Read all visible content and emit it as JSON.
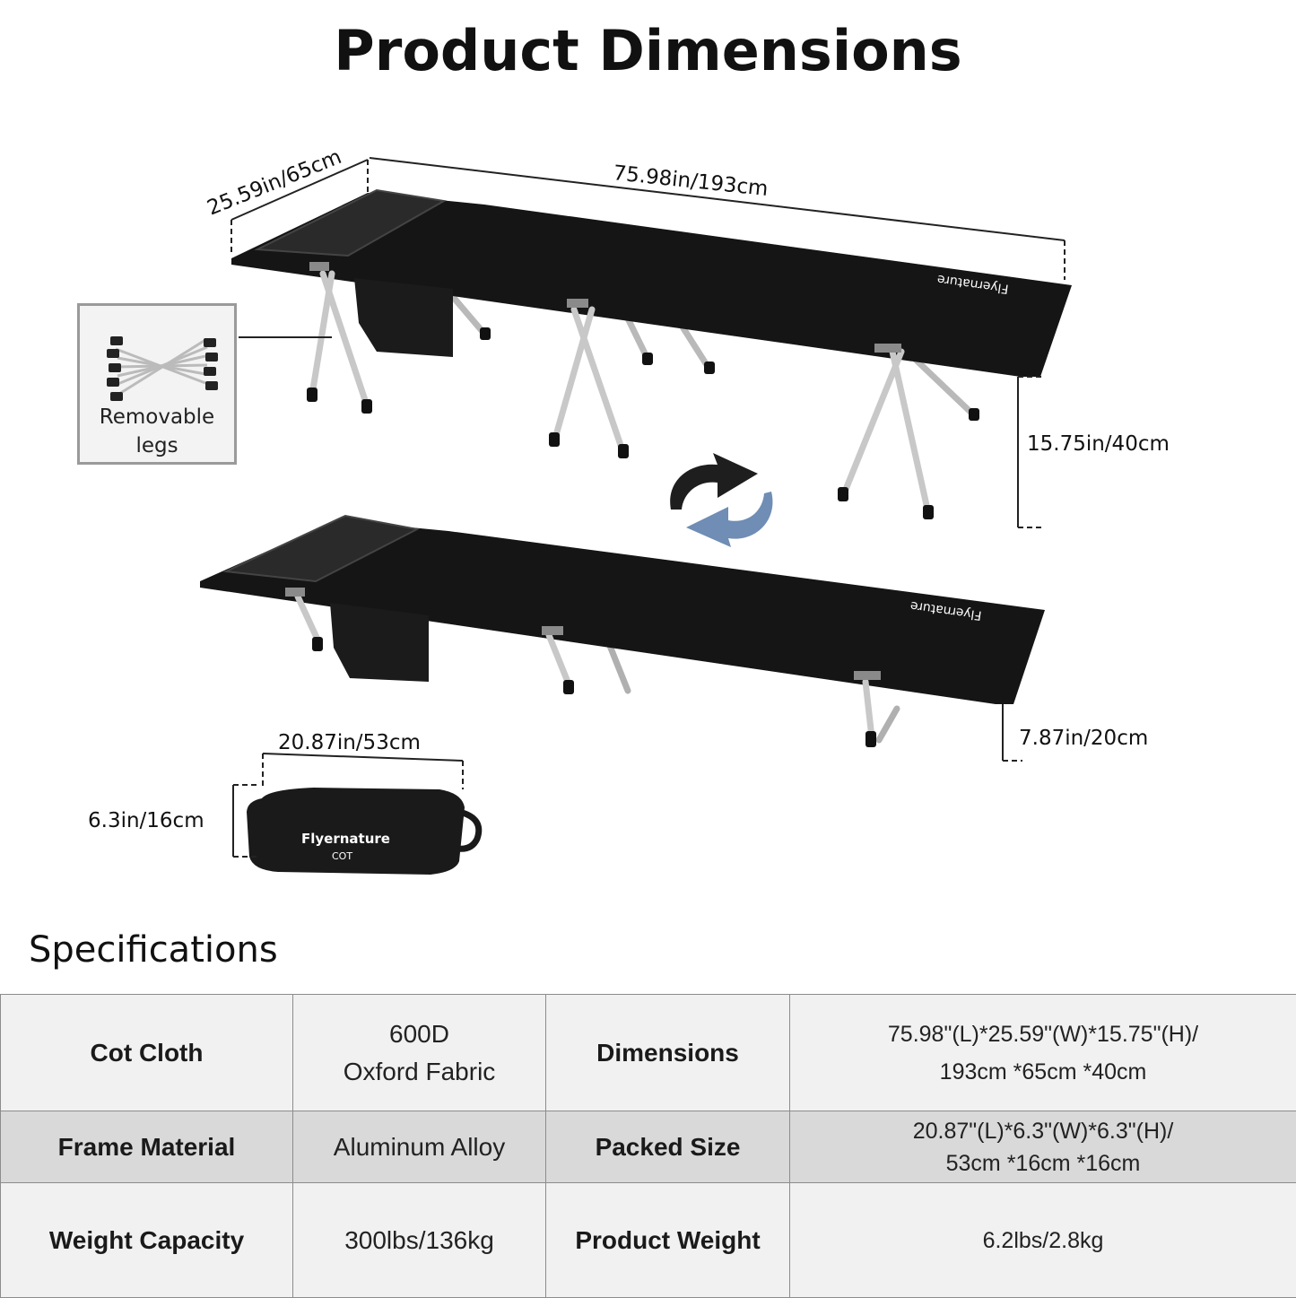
{
  "title": "Product Dimensions",
  "dimensions": {
    "width": "25.59in/65cm",
    "length": "75.98in/193cm",
    "high_height": "15.75in/40cm",
    "low_height": "7.87in/20cm",
    "bag_length": "20.87in/53cm",
    "bag_height": "6.3in/16cm"
  },
  "inset": {
    "label_line1": "Removable",
    "label_line2": "legs"
  },
  "brand": {
    "name": "Flyernature",
    "bag_text": "COT"
  },
  "icons": {
    "swap": "swap-arrows-icon"
  },
  "colors": {
    "cot": "#151515",
    "arrow_dark": "#1e1e1e",
    "arrow_blue": "#6f8db5",
    "table_light": "#f1f1f1",
    "table_dark": "#d9d9d9"
  },
  "specifications": {
    "heading": "Specifications",
    "rows": [
      {
        "k1": "Cot Cloth",
        "v1_line1": "600D",
        "v1_line2": "Oxford Fabric",
        "k2": "Dimensions",
        "v2_line1": "75.98\"(L)*25.59\"(W)*15.75\"(H)/",
        "v2_line2": "193cm *65cm *40cm"
      },
      {
        "k1": "Frame Material",
        "v1_line1": "Aluminum Alloy",
        "k2": "Packed Size",
        "v2_line1": "20.87\"(L)*6.3\"(W)*6.3\"(H)/",
        "v2_line2": "53cm *16cm *16cm"
      },
      {
        "k1": "Weight Capacity",
        "v1_line1": "300lbs/136kg",
        "k2": "Product Weight",
        "v2_line1": "6.2lbs/2.8kg"
      }
    ]
  }
}
